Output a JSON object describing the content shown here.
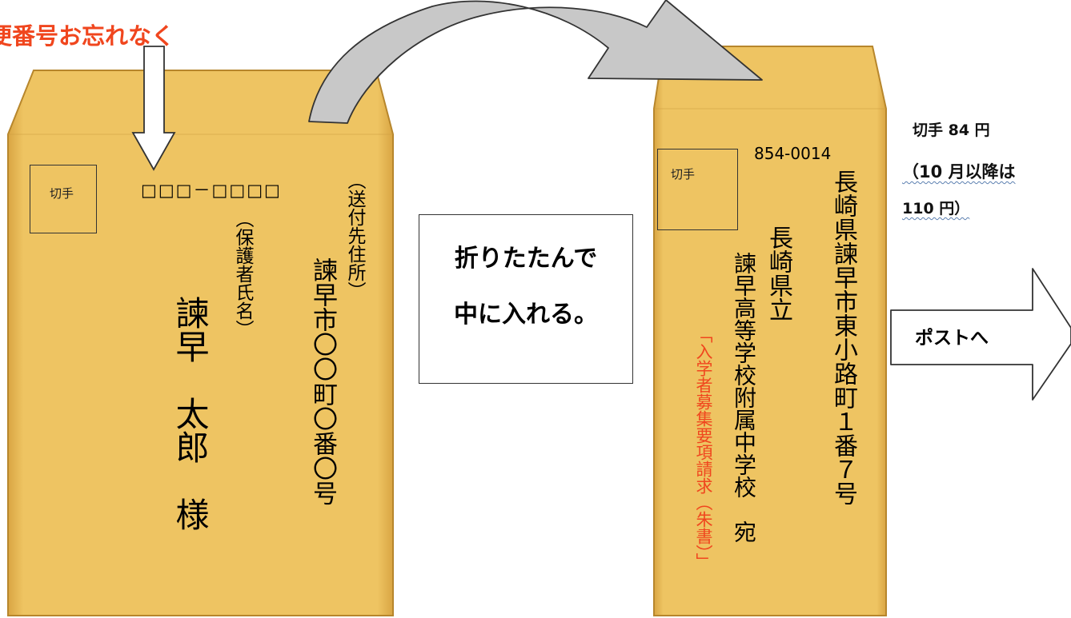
{
  "top_note": "便番号お忘れなく",
  "return_envelope": {
    "stamp_label": "切手",
    "postal_code_boxes": "□□□－□□□□",
    "address_caption": "（送付先住所）",
    "address": "諫早市〇〇町〇番〇号",
    "guardian_caption": "（保護者氏名）",
    "name": "諫早　太郎　様"
  },
  "fold_instruction": {
    "line1": "折りたたんで",
    "line2": "中に入れる。"
  },
  "outer_envelope": {
    "stamp_label": "切手",
    "postal_code": "854-0014",
    "address": "長崎県諫早市東小路町１番７号",
    "prefecture": "長崎県立",
    "school": "諫早高等学校附属中学校　宛",
    "request_note": "「入学者募集要項請求（朱書）」"
  },
  "postage": {
    "line1": "切手 84 円",
    "line2": "（10 月以降は",
    "line3": "110 円）"
  },
  "post_label": "ポストへ",
  "colors": {
    "envelope": "#EEC462",
    "envelope_border": "#B7862C",
    "accent_red": "#F0461E",
    "arrow_gray": "#C8C8C8"
  }
}
